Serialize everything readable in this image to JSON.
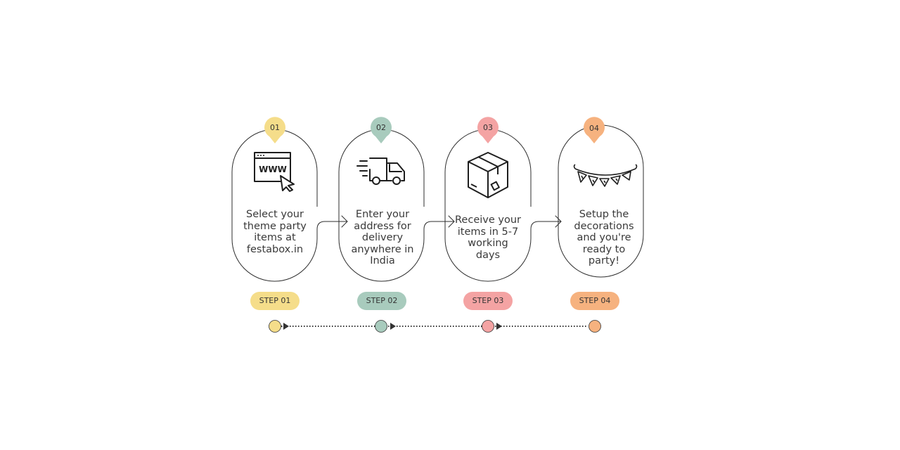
{
  "steps": [
    {
      "number": "01",
      "badge": "STEP 01",
      "text": "Select your theme party items at festabox.in",
      "lines": [
        "Select your",
        "theme party",
        "items at",
        "festabox.in"
      ],
      "icon": "website-cursor-icon",
      "color": "#f5dd8a"
    },
    {
      "number": "02",
      "badge": "STEP 02",
      "text": "Enter your address for delivery anywhere in India",
      "lines": [
        "Enter your",
        "address for",
        "delivery",
        "anywhere in",
        "India"
      ],
      "icon": "delivery-truck-icon",
      "color": "#a8cbbd"
    },
    {
      "number": "03",
      "badge": "STEP 03",
      "text": "Receive your items in 5-7 working days",
      "lines": [
        "Receive your",
        "items in 5-7",
        "working",
        "days"
      ],
      "icon": "package-box-icon",
      "color": "#f4a3a3"
    },
    {
      "number": "04",
      "badge": "STEP 04",
      "text": "Setup the decorations and you're ready to party!",
      "lines": [
        "Setup the",
        "decorations",
        "and you're",
        "ready to party!"
      ],
      "icon": "bunting-flags-icon",
      "color": "#f6b27f"
    }
  ],
  "icon_text": {
    "www": "WWW"
  },
  "colors": {
    "line": "#2d2d2d",
    "dots": "#333333"
  }
}
